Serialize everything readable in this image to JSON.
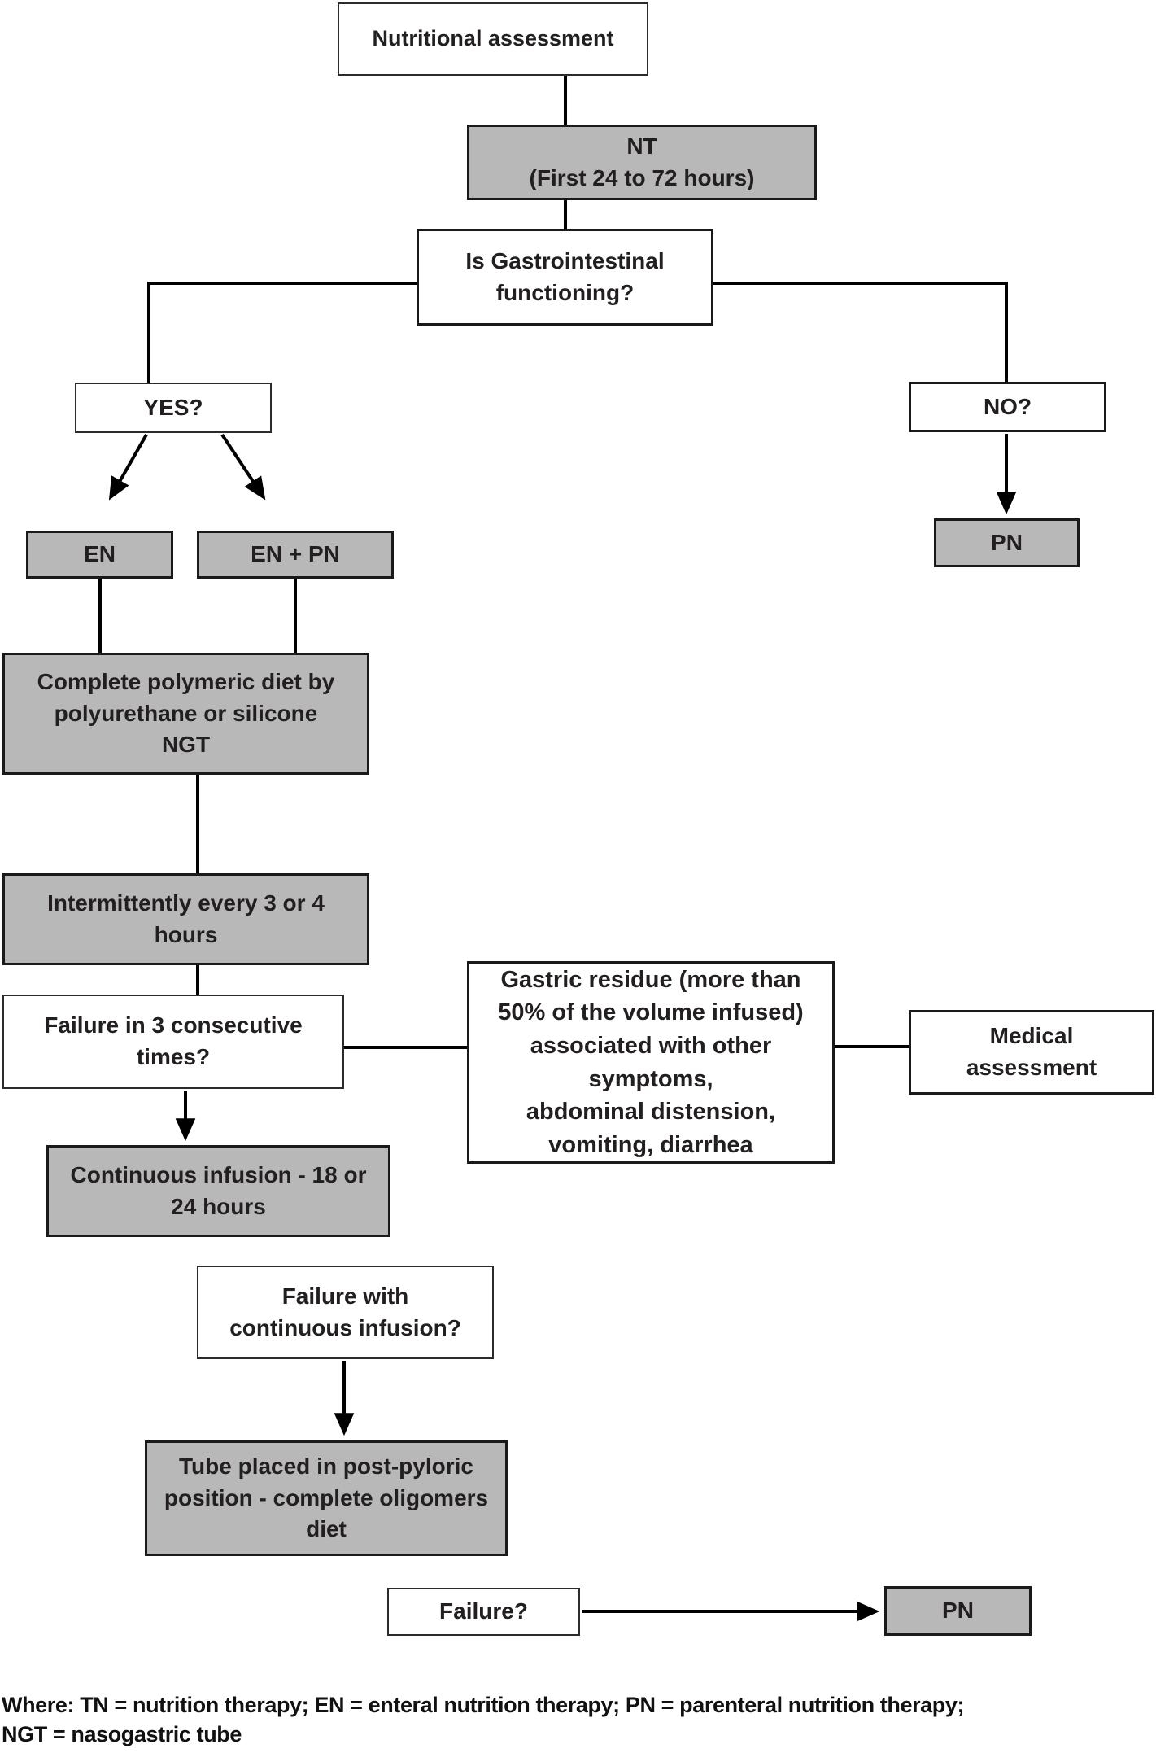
{
  "diagram": {
    "legend": "Where: TN = nutrition therapy; EN = enteral nutrition therapy; PN = parenteral nutrition therapy;\nNGT = nasogastric tube",
    "colors": {
      "gray_fill": "#b8b8b8",
      "white_fill": "#ffffff",
      "line": "#000000",
      "text": "#231f20"
    },
    "nodes": {
      "nutritional_assessment": {
        "label": "Nutritional assessment",
        "variant": "white"
      },
      "nt": {
        "label": "NT\n(First 24 to 72 hours)",
        "variant": "gray"
      },
      "gi_functioning": {
        "label": "Is Gastrointestinal\nfunctioning?",
        "variant": "white"
      },
      "yes": {
        "label": "YES?",
        "variant": "white"
      },
      "no": {
        "label": "NO?",
        "variant": "white"
      },
      "en": {
        "label": "EN",
        "variant": "gray"
      },
      "en_pn": {
        "label": "EN + PN",
        "variant": "gray"
      },
      "pn_right": {
        "label": "PN",
        "variant": "gray"
      },
      "polymeric_diet": {
        "label": "Complete polymeric diet by\npolyurethane or silicone\nNGT",
        "variant": "gray"
      },
      "intermittent": {
        "label": "Intermittently every 3 or 4\nhours",
        "variant": "gray"
      },
      "failure_3": {
        "label": "Failure in 3 consecutive\ntimes?",
        "variant": "white"
      },
      "gastric_residue": {
        "label": "Gastric residue (more than\n50% of the volume infused)\nassociated with other\nsymptoms,\nabdominal distension,\nvomiting, diarrhea",
        "variant": "white"
      },
      "medical_assessment": {
        "label": "Medical\nassessment",
        "variant": "white"
      },
      "continuous_infusion": {
        "label": "Continuous infusion - 18 or\n24 hours",
        "variant": "gray"
      },
      "failure_continuous": {
        "label": "Failure with\ncontinuous infusion?",
        "variant": "white"
      },
      "tube_post_pyloric": {
        "label": "Tube placed in post-pyloric\nposition - complete oligomers\ndiet",
        "variant": "gray"
      },
      "failure_final": {
        "label": "Failure?",
        "variant": "white"
      },
      "pn_final": {
        "label": "PN",
        "variant": "gray"
      }
    }
  }
}
